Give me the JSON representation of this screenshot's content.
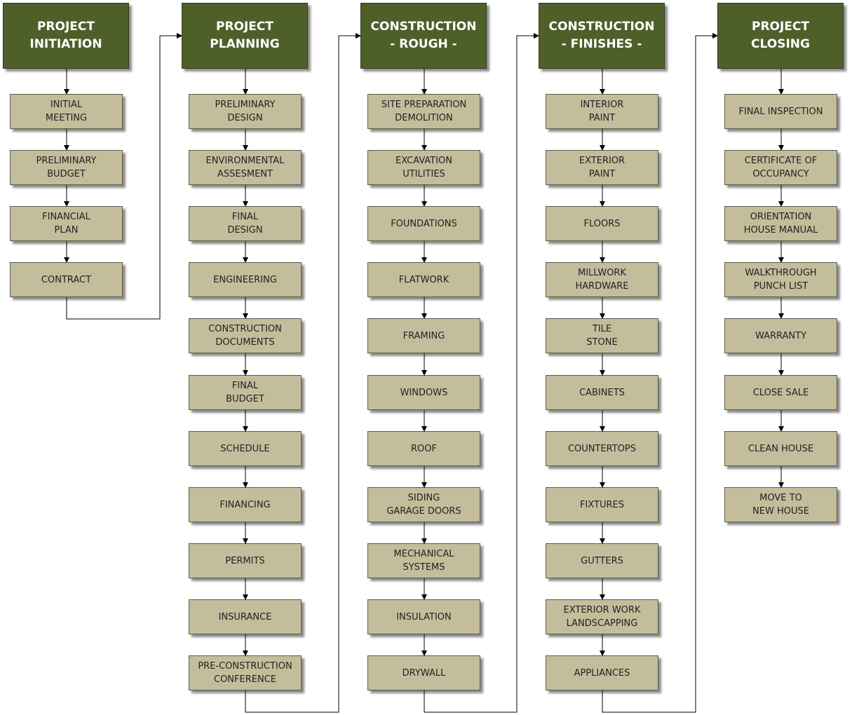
{
  "colors": {
    "phase_fill": "#4e5f2a",
    "step_fill": "#c4bd9c",
    "connector": "#000000"
  },
  "phases": [
    {
      "title": "PROJECT\nINITIATION",
      "steps": [
        "INITIAL\nMEETING",
        "PRELIMINARY\nBUDGET",
        "FINANCIAL\nPLAN",
        "CONTRACT"
      ]
    },
    {
      "title": "PROJECT\nPLANNING",
      "steps": [
        "PRELIMINARY\nDESIGN",
        "ENVIRONMENTAL\nASSESMENT",
        "FINAL\nDESIGN",
        "ENGINEERING",
        "CONSTRUCTION\nDOCUMENTS",
        "FINAL\nBUDGET",
        "SCHEDULE",
        "FINANCING",
        "PERMITS",
        "INSURANCE",
        "PRE-CONSTRUCTION\nCONFERENCE"
      ]
    },
    {
      "title": "CONSTRUCTION\n- ROUGH -",
      "steps": [
        "SITE PREPARATION\nDEMOLITION",
        "EXCAVATION\nUTILITIES",
        "FOUNDATIONS",
        "FLATWORK",
        "FRAMING",
        "WINDOWS",
        "ROOF",
        "SIDING\nGARAGE DOORS",
        "MECHANICAL\nSYSTEMS",
        "INSULATION",
        "DRYWALL"
      ]
    },
    {
      "title": "CONSTRUCTION\n- FINISHES -",
      "steps": [
        "INTERIOR\nPAINT",
        "EXTERIOR\nPAINT",
        "FLOORS",
        "MILLWORK\nHARDWARE",
        "TILE\nSTONE",
        "CABINETS",
        "COUNTERTOPS",
        "FIXTURES",
        "GUTTERS",
        "EXTERIOR WORK\nLANDSCAPPING",
        "APPLIANCES"
      ]
    },
    {
      "title": "PROJECT\nCLOSING",
      "steps": [
        "FINAL INSPECTION",
        "CERTIFICATE OF\nOCCUPANCY",
        "ORIENTATION\nHOUSE MANUAL",
        "WALKTHROUGH\nPUNCH LIST",
        "WARRANTY",
        "CLOSE SALE",
        "CLEAN HOUSE",
        "MOVE TO\nNEW HOUSE"
      ]
    }
  ]
}
